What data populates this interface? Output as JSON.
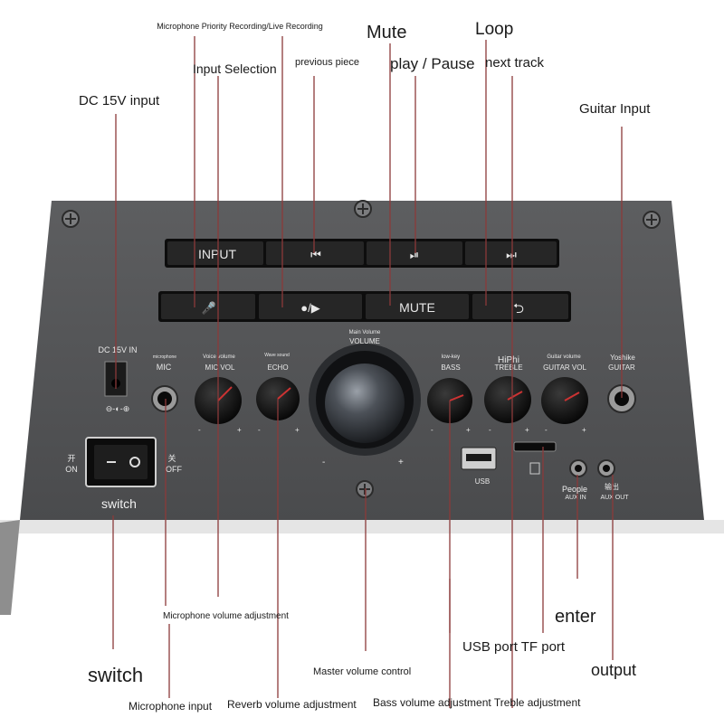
{
  "annotations": {
    "mic_priority": "Microphone Priority Recording/Live Recording",
    "mute": "Mute",
    "loop": "Loop",
    "input_selection": "Input Selection",
    "previous_piece": "previous piece",
    "play_pause": "play / Pause",
    "next_track": "next track",
    "dc_input": "DC 15V input",
    "guitar_input": "Guitar Input",
    "switch_inline": "switch",
    "mic_volume_adj": "Microphone volume adjustment",
    "enter": "enter",
    "usb_tf": "USB port TF port",
    "switch_bottom": "switch",
    "master_volume": "Master volume control",
    "output": "output",
    "mic_input": "Microphone input",
    "reverb_adj": "Reverb volume adjustment",
    "bass_treble_adj": "Bass volume adjustment Treble adjustment"
  },
  "panel": {
    "buttons_top": {
      "input": "INPUT",
      "prev": "⏮",
      "play": "⏯",
      "next": "⏭"
    },
    "buttons_bottom": {
      "mic": "🎤",
      "rec": "●/▶",
      "mute": "MUTE",
      "loop": "⮌"
    },
    "dc_label": "DC 15V IN",
    "dc_polarity": "⊖-◐-⊕",
    "mic_label_small": "microphone",
    "mic_label": "MIC",
    "mic_vol_small": "Voice volume",
    "mic_vol": "MIC VOL",
    "echo_small": "Wave sound",
    "echo": "ECHO",
    "volume_small": "Main Volume",
    "volume": "VOLUME",
    "bass_small": "low-key",
    "bass": "BASS",
    "treble_small": "HiPhi",
    "treble": "TREBLE",
    "guitar_vol_small": "Guitar volume",
    "guitar_vol": "GUITAR VOL",
    "guitar_small": "Yoshike",
    "guitar": "GUITAR",
    "on_cn": "开",
    "on": "ON",
    "off_cn": "关",
    "off": "OFF",
    "usb": "USB",
    "aux_in_small": "People",
    "aux_in": "AUX IN",
    "aux_out_cn": "输出",
    "aux_out": "AUX OUT",
    "minus": "-",
    "plus": "+"
  }
}
